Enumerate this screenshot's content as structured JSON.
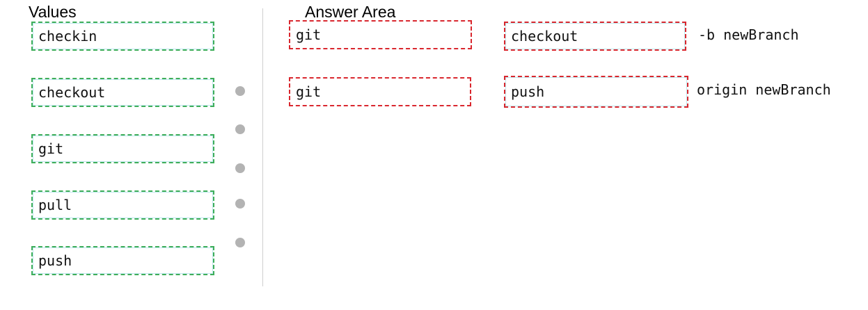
{
  "values": {
    "heading": "Values",
    "items": [
      "checkin",
      "checkout",
      "git",
      "pull",
      "push"
    ]
  },
  "answer": {
    "heading": "Answer Area",
    "rows": [
      {
        "command": "git",
        "subcommand": "checkout",
        "suffix": "-b newBranch"
      },
      {
        "command": "git",
        "subcommand": "push",
        "suffix": "origin newBranch"
      }
    ]
  },
  "colors": {
    "value_border": "#3fae5a",
    "answer_border": "#d9272e",
    "divider": "#cfcfcf",
    "dot": "#b3b3b3"
  }
}
